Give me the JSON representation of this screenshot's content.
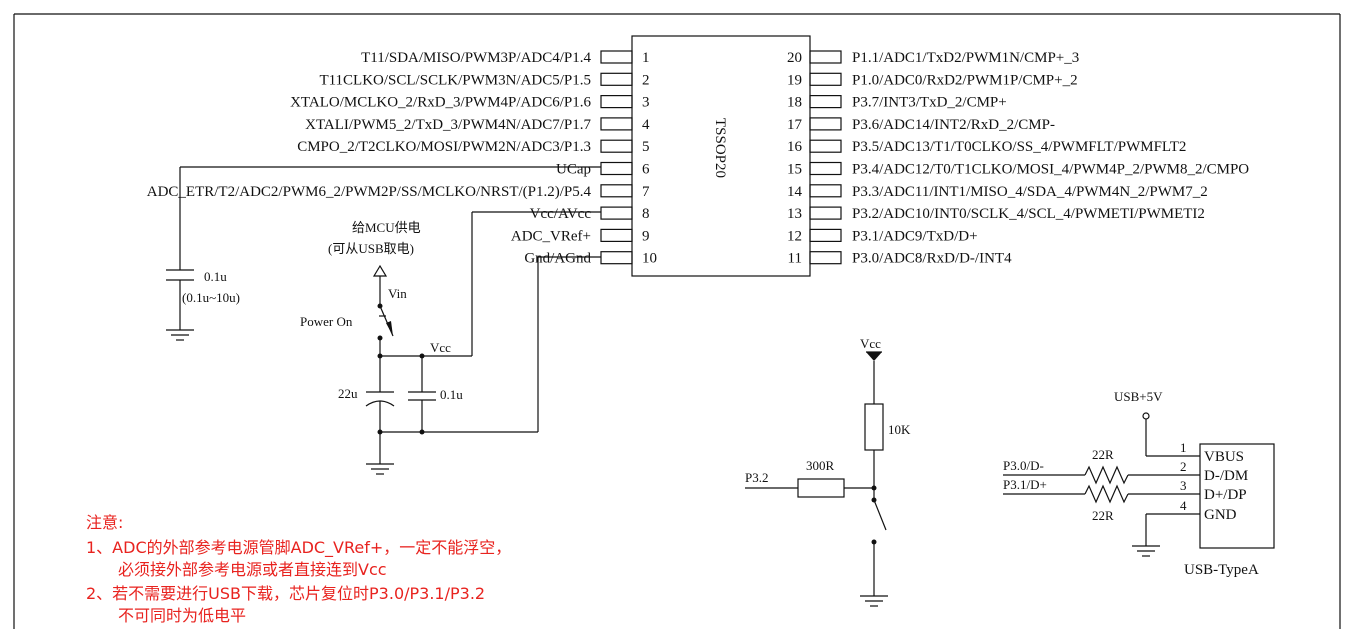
{
  "chip": {
    "package": "TSSOP20"
  },
  "left_pins": [
    {
      "num": "1",
      "label": "T11/SDA/MISO/PWM3P/ADC4/P1.4"
    },
    {
      "num": "2",
      "label": "T11CLKO/SCL/SCLK/PWM3N/ADC5/P1.5"
    },
    {
      "num": "3",
      "label": "XTALO/MCLKO_2/RxD_3/PWM4P/ADC6/P1.6"
    },
    {
      "num": "4",
      "label": "XTALI/PWM5_2/TxD_3/PWM4N/ADC7/P1.7"
    },
    {
      "num": "5",
      "label": "CMPO_2/T2CLKO/MOSI/PWM2N/ADC3/P1.3"
    },
    {
      "num": "6",
      "label": "UCap"
    },
    {
      "num": "7",
      "label": "ADC_ETR/T2/ADC2/PWM6_2/PWM2P/SS/MCLKO/NRST/(P1.2)/P5.4"
    },
    {
      "num": "8",
      "label": "Vcc/AVcc"
    },
    {
      "num": "9",
      "label": "ADC_VRef+"
    },
    {
      "num": "10",
      "label": "Gnd/AGnd"
    }
  ],
  "right_pins": [
    {
      "num": "20",
      "label": "P1.1/ADC1/TxD2/PWM1N/CMP+_3"
    },
    {
      "num": "19",
      "label": "P1.0/ADC0/RxD2/PWM1P/CMP+_2"
    },
    {
      "num": "18",
      "label": "P3.7/INT3/TxD_2/CMP+"
    },
    {
      "num": "17",
      "label": "P3.6/ADC14/INT2/RxD_2/CMP-"
    },
    {
      "num": "16",
      "label": "P3.5/ADC13/T1/T0CLKO/SS_4/PWMFLT/PWMFLT2"
    },
    {
      "num": "15",
      "label": "P3.4/ADC12/T0/T1CLKO/MOSI_4/PWM4P_2/PWM8_2/CMPO"
    },
    {
      "num": "14",
      "label": "P3.3/ADC11/INT1/MISO_4/SDA_4/PWM4N_2/PWM7_2"
    },
    {
      "num": "13",
      "label": "P3.2/ADC10/INT0/SCLK_4/SCL_4/PWMETI/PWMETI2"
    },
    {
      "num": "12",
      "label": "P3.1/ADC9/TxD/D+"
    },
    {
      "num": "11",
      "label": "P3.0/ADC8/RxD/D-/INT4"
    }
  ],
  "ucap_circuit": {
    "cap_value": "0.1u",
    "cap_range": "(0.1u~10u)"
  },
  "power_circuit": {
    "supply_label_1": "给MCU供电",
    "supply_label_2": "(可从USB取电)",
    "vin_label": "Vin",
    "switch_label": "Power On",
    "vcc_label": "Vcc",
    "cap_big": "22u",
    "cap_small": "0.1u"
  },
  "button_circuit": {
    "vcc_label": "Vcc",
    "pullup": "10K",
    "series_r": "300R",
    "pin_label": "P3.2"
  },
  "usb_circuit": {
    "power_label": "USB+5V",
    "net_dm": "P3.0/D-",
    "net_dp": "P3.1/D+",
    "r_top": "22R",
    "r_bottom": "22R",
    "connector_name": "USB-TypeA",
    "pins": [
      {
        "num": "1",
        "label": "VBUS"
      },
      {
        "num": "2",
        "label": "D-/DM"
      },
      {
        "num": "3",
        "label": "D+/DP"
      },
      {
        "num": "4",
        "label": "GND"
      }
    ]
  },
  "notes": {
    "color": "#e8231f",
    "title": "注意:",
    "line1": "1、ADC的外部参考电源管脚ADC_VRef+，一定不能浮空，",
    "line2": "必须接外部参考电源或者直接连到Vcc",
    "line3": "2、若不需要进行USB下载，芯片复位时P3.0/P3.1/P3.2",
    "line4": "不可同时为低电平"
  }
}
